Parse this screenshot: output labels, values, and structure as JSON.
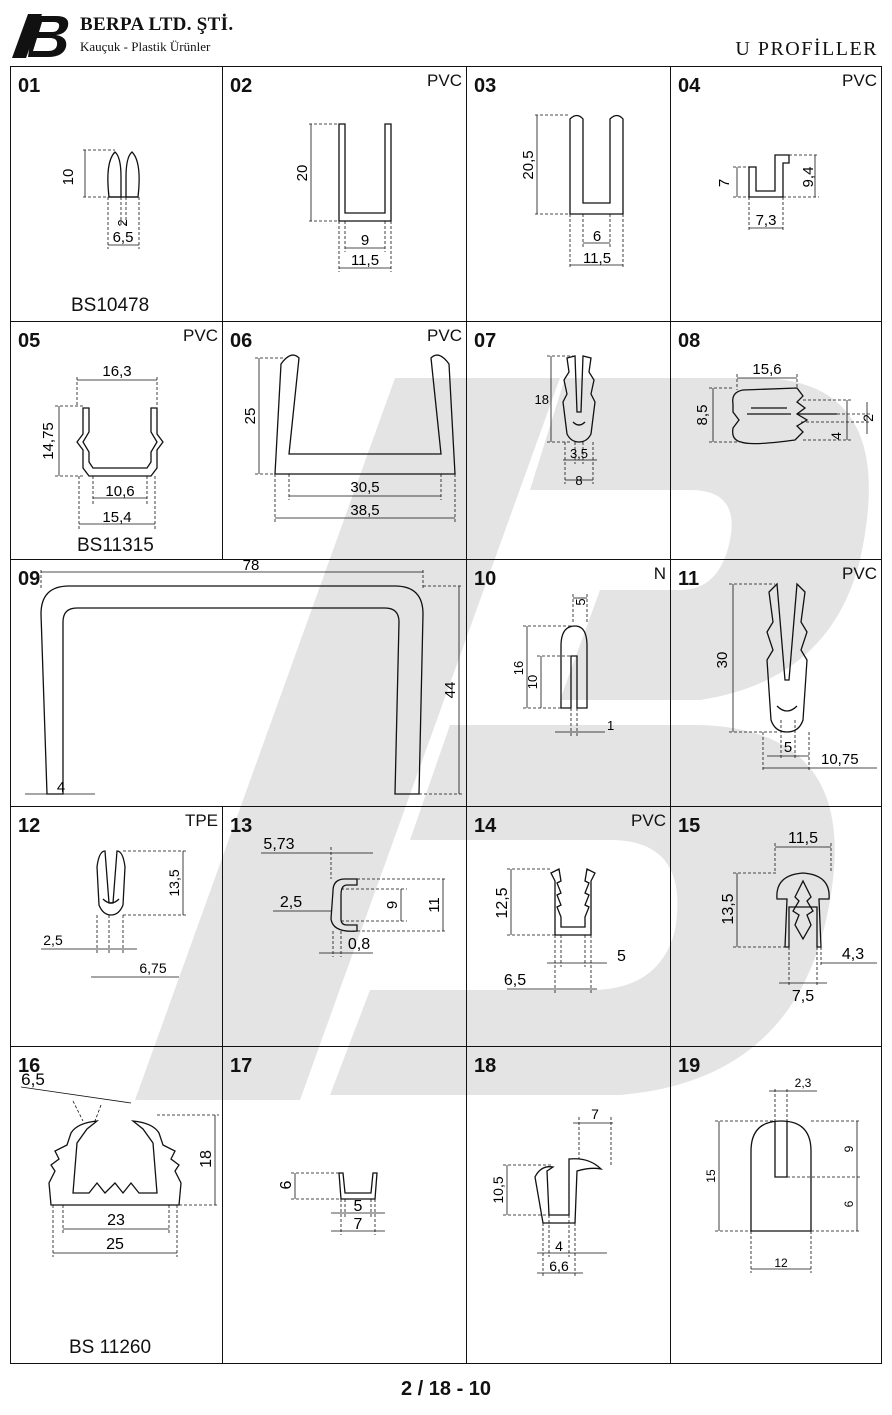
{
  "header": {
    "company": "BERPA LTD. ŞTİ.",
    "subtitle": "Kauçuk - Plastik Ürünler",
    "section": "U PROFİLLER"
  },
  "profiles": [
    {
      "id": "01",
      "material": "",
      "code": "BS10478",
      "dims": [
        "10",
        "2",
        "6,5"
      ]
    },
    {
      "id": "02",
      "material": "PVC",
      "code": "",
      "dims": [
        "20",
        "9",
        "11,5"
      ]
    },
    {
      "id": "03",
      "material": "",
      "code": "",
      "dims": [
        "20,5",
        "6",
        "11,5"
      ]
    },
    {
      "id": "04",
      "material": "PVC",
      "code": "",
      "dims": [
        "7",
        "9,4",
        "7,3"
      ]
    },
    {
      "id": "05",
      "material": "PVC",
      "code": "BS11315",
      "dims": [
        "16,3",
        "14,75",
        "10,6",
        "15,4"
      ]
    },
    {
      "id": "06",
      "material": "PVC",
      "code": "",
      "dims": [
        "25",
        "30,5",
        "38,5"
      ]
    },
    {
      "id": "07",
      "material": "",
      "code": "",
      "dims": [
        "18",
        "3,5",
        "8"
      ]
    },
    {
      "id": "08",
      "material": "",
      "code": "",
      "dims": [
        "15,6",
        "8,5",
        "2",
        "4"
      ]
    },
    {
      "id": "09",
      "material": "",
      "code": "",
      "dims": [
        "78",
        "44",
        "4"
      ]
    },
    {
      "id": "10",
      "material": "N",
      "code": "",
      "dims": [
        "5",
        "16",
        "10",
        "1"
      ]
    },
    {
      "id": "11",
      "material": "PVC",
      "code": "",
      "dims": [
        "30",
        "5",
        "10,75"
      ]
    },
    {
      "id": "12",
      "material": "TPE",
      "code": "",
      "dims": [
        "13,5",
        "2,5",
        "6,75"
      ]
    },
    {
      "id": "13",
      "material": "",
      "code": "",
      "dims": [
        "5,73",
        "2,5",
        "9",
        "11",
        "0,8"
      ]
    },
    {
      "id": "14",
      "material": "PVC",
      "code": "",
      "dims": [
        "12,5",
        "6,5",
        "5"
      ]
    },
    {
      "id": "15",
      "material": "",
      "code": "",
      "dims": [
        "11,5",
        "13,5",
        "4,3",
        "7,5"
      ]
    },
    {
      "id": "16",
      "material": "",
      "code": "BS 11260",
      "dims": [
        "6,5",
        "18",
        "23",
        "25"
      ]
    },
    {
      "id": "17",
      "material": "",
      "code": "",
      "dims": [
        "6",
        "5",
        "7"
      ]
    },
    {
      "id": "18",
      "material": "",
      "code": "",
      "dims": [
        "7",
        "10,5",
        "4",
        "6,6"
      ]
    },
    {
      "id": "19",
      "material": "",
      "code": "",
      "dims": [
        "2,3",
        "15",
        "9",
        "6",
        "12"
      ]
    }
  ],
  "footer": {
    "page": "2 / 18 - 10"
  }
}
